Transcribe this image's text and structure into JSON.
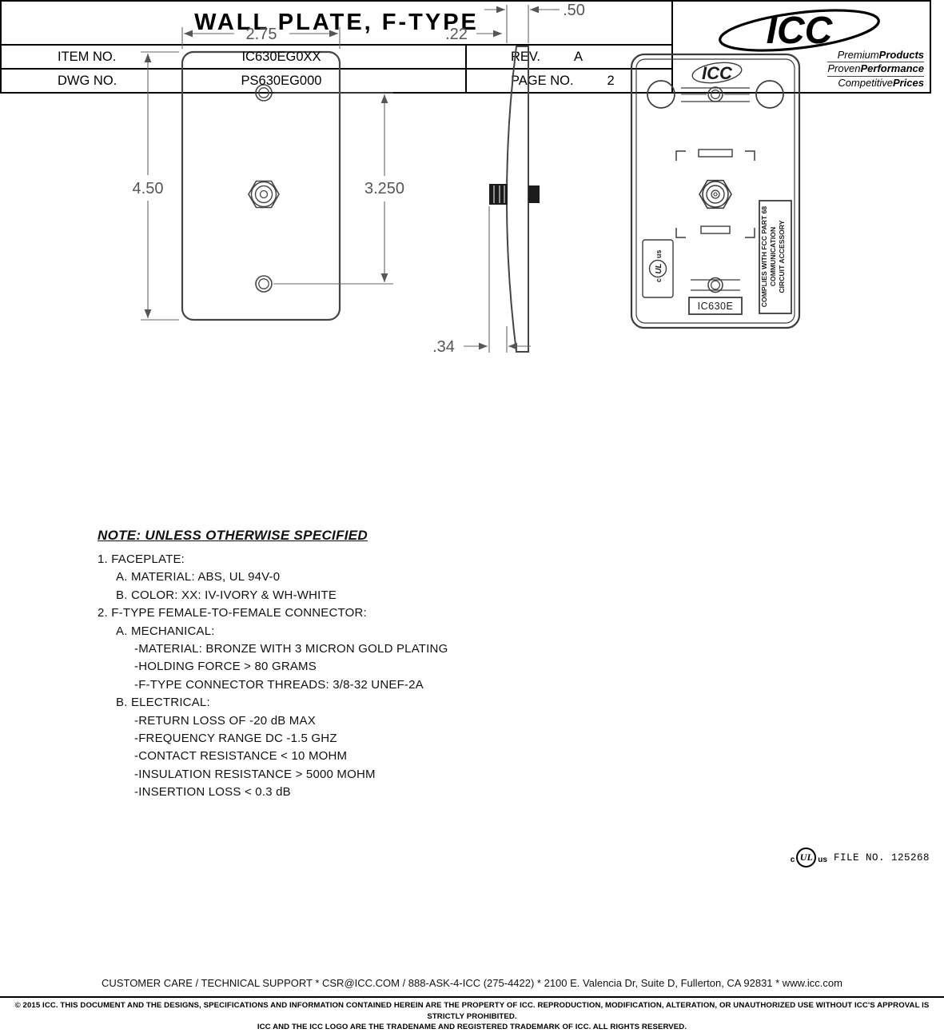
{
  "drawings": {
    "front": {
      "width_dim": "2.75",
      "height_dim": "4.50",
      "spacing_dim": "3.250"
    },
    "side": {
      "thickness_dim": ".22",
      "depth_dim": ".50",
      "connector_dim": ".34"
    },
    "back": {
      "logo": "ICC",
      "model": "IC630E",
      "fcc_label_line1": "COMPLIES WITH FCC PART 68",
      "fcc_label_line2": "COMMUNICATION",
      "fcc_label_line3": "CIRCUIT ACCESSORY",
      "ul_c": "c",
      "ul_mark": "UL",
      "ul_us": "us"
    }
  },
  "notes": {
    "title": "NOTE: UNLESS OTHERWISE SPECIFIED",
    "lines": [
      {
        "indent": 0,
        "text": "1. FACEPLATE:"
      },
      {
        "indent": 1,
        "text": "A. MATERIAL: ABS, UL 94V-0"
      },
      {
        "indent": 1,
        "text": "B. COLOR: XX: IV-IVORY & WH-WHITE"
      },
      {
        "indent": 0,
        "text": "2. F-TYPE FEMALE-TO-FEMALE CONNECTOR:"
      },
      {
        "indent": 1,
        "text": "A. MECHANICAL:"
      },
      {
        "indent": 2,
        "text": "-MATERIAL: BRONZE WITH 3 MICRON GOLD PLATING"
      },
      {
        "indent": 2,
        "text": "-HOLDING FORCE > 80 GRAMS"
      },
      {
        "indent": 2,
        "text": "-F-TYPE CONNECTOR THREADS: 3/8-32 UNEF-2A"
      },
      {
        "indent": 1,
        "text": "B. ELECTRICAL:"
      },
      {
        "indent": 2,
        "text": "-RETURN LOSS OF -20 dB MAX"
      },
      {
        "indent": 2,
        "text": "-FREQUENCY RANGE DC -1.5 GHZ"
      },
      {
        "indent": 2,
        "text": "-CONTACT RESISTANCE < 10 MOHM"
      },
      {
        "indent": 2,
        "text": "-INSULATION RESISTANCE > 5000 MOHM"
      },
      {
        "indent": 2,
        "text": "-INSERTION LOSS < 0.3 dB"
      }
    ]
  },
  "ul_listing": {
    "c": "c",
    "mark": "UL",
    "us": "us",
    "file": "FILE NO. 125268"
  },
  "title_block": {
    "title": "WALL PLATE, F-TYPE",
    "item_no_label": "ITEM NO.",
    "item_no_value": "IC630EG0XX",
    "rev_label": "REV.",
    "rev_value": "A",
    "dwg_no_label": "DWG NO.",
    "dwg_no_value": "PS630EG000",
    "page_no_label": "PAGE NO.",
    "page_no_value": "2",
    "logo": "ICC",
    "taglines": [
      {
        "light": "Premium",
        "bold": "Products"
      },
      {
        "light": "Proven",
        "bold": "Performance"
      },
      {
        "light": "Competitive",
        "bold": "Prices"
      }
    ],
    "customer_care": "CUSTOMER CARE / TECHNICAL SUPPORT * CSR@ICC.COM / 888-ASK-4-ICC (275-4422) * 2100 E. Valencia Dr, Suite D, Fullerton, CA 92831 * www.icc.com"
  },
  "footer": {
    "line1": "© 2015 ICC. THIS DOCUMENT AND THE DESIGNS, SPECIFICATIONS AND INFORMATION CONTAINED HEREIN ARE THE PROPERTY OF ICC. REPRODUCTION, MODIFICATION, ALTERATION, OR UNAUTHORIZED USE WITHOUT ICC'S APPROVAL IS STRICTLY PROHIBITED.",
    "line2": "ICC AND THE ICC LOGO ARE THE TRADENAME AND REGISTERED TRADEMARK OF ICC.  ALL RIGHTS RESERVED."
  }
}
